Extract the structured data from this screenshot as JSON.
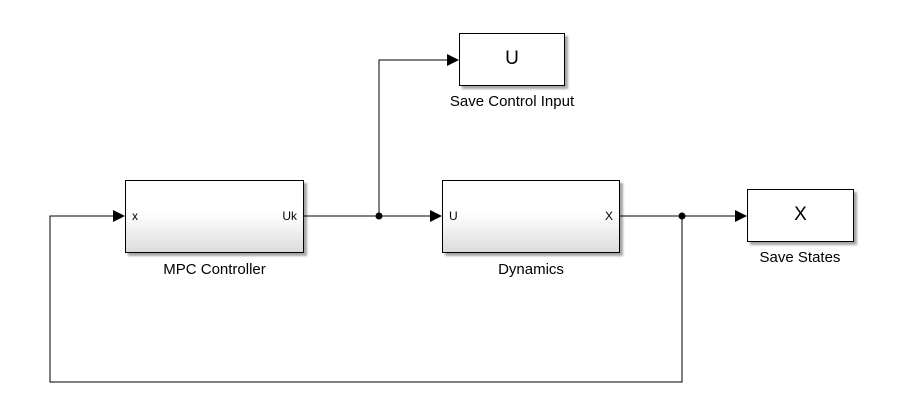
{
  "blocks": {
    "mpc": {
      "name": "MPC Controller",
      "in_port": "x",
      "out_port": "Uk"
    },
    "dynamics": {
      "name": "Dynamics",
      "in_port": "U",
      "out_port": "X"
    },
    "save_input": {
      "name": "Save Control Input",
      "label": "U"
    },
    "save_states": {
      "name": "Save States",
      "label": "X"
    }
  },
  "colors": {
    "line": "#000000",
    "block_border": "#000000",
    "gradient_bottom": "#dcdcdc"
  }
}
